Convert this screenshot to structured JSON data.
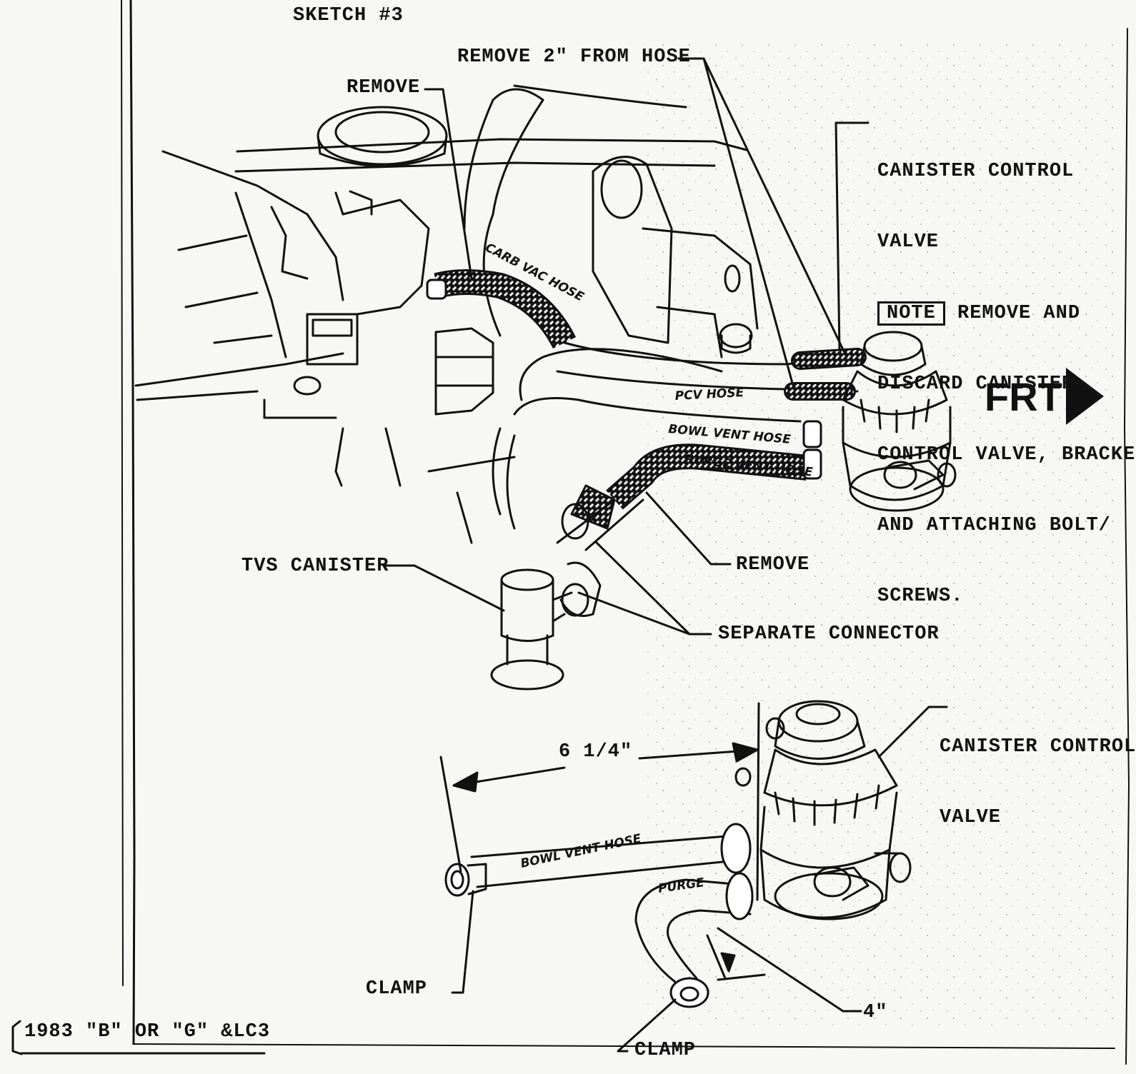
{
  "title": "SKETCH #3",
  "labels": {
    "remove_2in": "REMOVE 2\" FROM HOSE",
    "remove_top": "REMOVE",
    "ccv_line1": "CANISTER CONTROL",
    "ccv_line2": "VALVE",
    "note": "NOTE",
    "note_line1": "REMOVE AND",
    "note_line2": "DISCARD CANISTER",
    "note_line3": "CONTROL VALVE, BRACKET",
    "note_line4": "AND ATTACHING BOLT/",
    "note_line5": "SCREWS.",
    "frt": "FRT",
    "tvs_canister": "TVS CANISTER",
    "remove_mid": "REMOVE",
    "separate_connector": "SEPARATE CONNECTOR",
    "ccv2_line1": "CANISTER CONTROL",
    "ccv2_line2": "VALVE",
    "dim_6_1_4": "6 1/4\"",
    "clamp_left": "CLAMP",
    "clamp_bottom": "CLAMP",
    "dim_4": "4\"",
    "footer": "1983 \"B\" OR \"G\" &LC3"
  },
  "hose_labels": {
    "carb": "CARB VAC HOSE",
    "pcv": "PCV HOSE",
    "bowl_vent": "BOWL VENT HOSE",
    "purge_vent": "PURGE VENT HOSE",
    "bowl_vent_detail": "BOWL VENT HOSE",
    "purge_detail": "PURGE"
  },
  "colors": {
    "ink": "#111111",
    "paper": "#f7f7f4"
  }
}
